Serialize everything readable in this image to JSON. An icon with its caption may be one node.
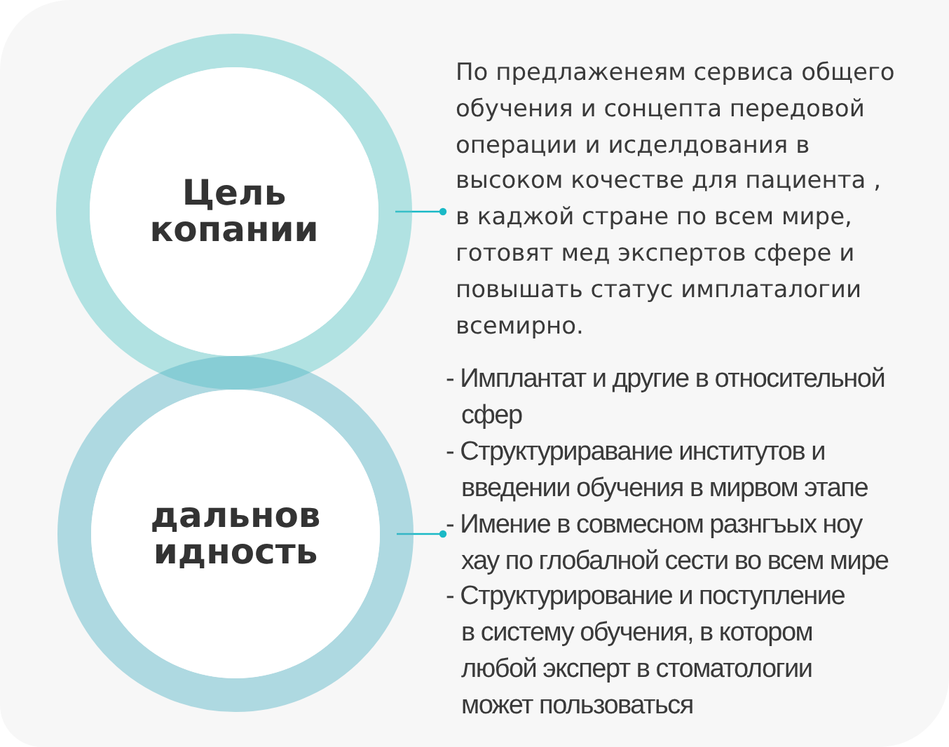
{
  "diagram": {
    "nodes": [
      {
        "text": [
          "Цель копании"
        ]
      },
      {
        "text": [
          "По предлаженеям сервиса общего обучения и сонцепта передовой операции и иcделдования в высоком кочестве для пациента , в каджой стране по всем мире, готовят мед экспертов сфере и повышать статус имплаталогии всемирно."
        ]
      },
      {
        "text": [
          "дальнов идность"
        ]
      },
      {
        "text": [
          "- Имплантат и другие в относительной сфер",
          "- Структурирaвание институтов и введении обучения в мирвом этапе",
          "- Имение в совмесном разнгъых ноу хау по глобалной сести во всем мире",
          "- Структурирование и поступление в систему обучения, в котором любой эксперт в стоматологии может пользоваться"
        ]
      }
    ],
    "edges": [
      {
        "from": 0,
        "to": 1,
        "arrow": "other"
      },
      {
        "from": 2,
        "to": 3,
        "arrow": "other"
      }
    ]
  }
}
